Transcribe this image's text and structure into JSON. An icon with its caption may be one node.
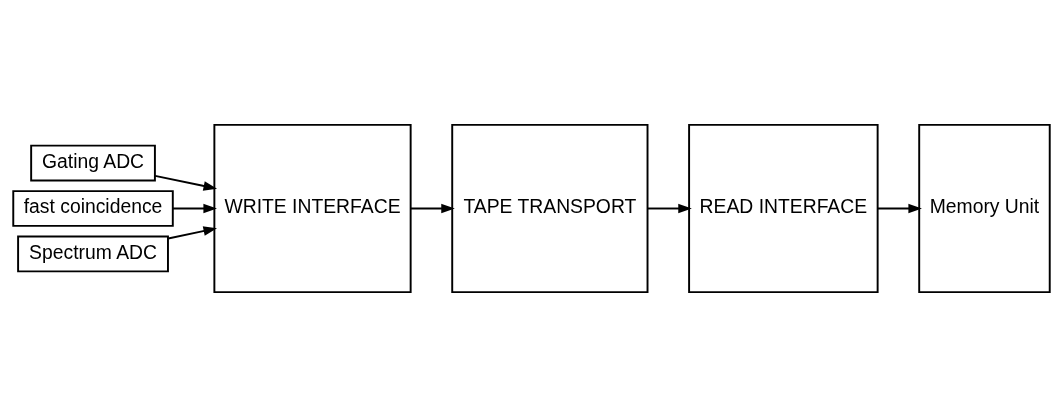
{
  "diagram": {
    "nodes": [
      {
        "text": [
          "Gating ADC"
        ]
      },
      {
        "text": [
          "fast coincidence"
        ]
      },
      {
        "text": [
          "Spectrum ADC"
        ]
      },
      {
        "text": [
          "WRITE INTERFACE"
        ]
      },
      {
        "text": [
          "TAPE TRANSPORT"
        ]
      },
      {
        "text": [
          "READ INTERFACE"
        ]
      },
      {
        "text": [
          "Memory Unit"
        ]
      }
    ],
    "edges": [
      {
        "from": 0,
        "to": 3,
        "arrow": "to"
      },
      {
        "from": 1,
        "to": 3,
        "arrow": "to"
      },
      {
        "from": 2,
        "to": 3,
        "arrow": "to"
      },
      {
        "from": 3,
        "to": 4,
        "arrow": "to"
      },
      {
        "from": 4,
        "to": 5,
        "arrow": "to"
      },
      {
        "from": 5,
        "to": 6,
        "arrow": "to"
      }
    ]
  }
}
